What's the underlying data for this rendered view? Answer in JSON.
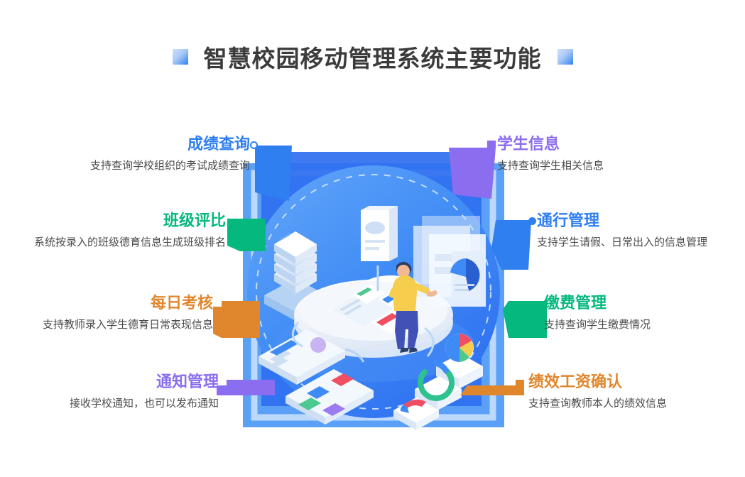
{
  "page": {
    "title": "智慧校园移动管理系统主要功能",
    "background": "#ffffff"
  },
  "colors": {
    "blue": "#2f7ff0",
    "green": "#05b97e",
    "orange": "#e0862c",
    "purple": "#8b6df0",
    "title_text": "#3b3b3b",
    "desc_text": "#4a4a4a",
    "circle_outer": "#5aa0f7",
    "circle_inner": "#2f7ff0"
  },
  "features": {
    "left": [
      {
        "id": "score-query",
        "heading": "成绩查询",
        "desc": "支持查询学校组织的考试成绩查询",
        "color": "#2f7ff0",
        "connector": "blue-quad"
      },
      {
        "id": "class-rating",
        "heading": "班级评比",
        "desc": "系统按录入的班级德育信息生成班级排名",
        "color": "#05b97e",
        "connector": "green-trapezoid"
      },
      {
        "id": "daily-assessment",
        "heading": "每日考核",
        "desc": "支持教师录入学生德育日常表现信息",
        "color": "#e0862c",
        "connector": "orange-notch"
      },
      {
        "id": "notice-management",
        "heading": "通知管理",
        "desc": "接收学校通知，也可以发布通知",
        "color": "#8b6df0",
        "connector": "purple-bar"
      }
    ],
    "right": [
      {
        "id": "student-info",
        "heading": "学生信息",
        "desc": "支持查询学生相关信息",
        "color": "#8b6df0",
        "connector": "purple-quad"
      },
      {
        "id": "access-management",
        "heading": "通行管理",
        "desc": "支持学生请假、日常出入的信息管理",
        "color": "#2f7ff0",
        "connector": "blue-quad"
      },
      {
        "id": "payment-management",
        "heading": "缴费管理",
        "desc": "支持查询学生缴费情况",
        "color": "#05b97e",
        "connector": "green-trapezoid"
      },
      {
        "id": "performance-salary",
        "heading": "绩效工资确认",
        "desc": "支持查询教师本人的绩效信息",
        "color": "#e0862c",
        "connector": "orange-bar"
      }
    ]
  },
  "illustration": {
    "name": "isometric-cloud-computing-scene",
    "elements": [
      "server-rack",
      "cloud-platform",
      "person-with-tablet",
      "dashboard-screen",
      "pie-chart",
      "donut-chart",
      "mobile-app-icons",
      "document-card"
    ]
  }
}
